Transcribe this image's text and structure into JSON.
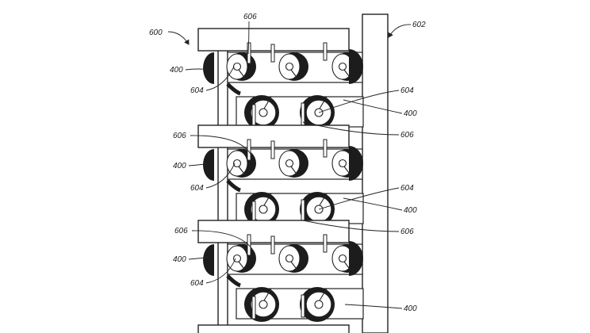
{
  "figure": {
    "ref_assembly": "600",
    "ref_frame": "602",
    "callouts": [
      {
        "id": "600",
        "text": "600"
      },
      {
        "id": "602",
        "text": "602"
      },
      {
        "id": "606a",
        "text": "606"
      },
      {
        "id": "400a",
        "text": "400"
      },
      {
        "id": "604a",
        "text": "604"
      },
      {
        "id": "604b",
        "text": "604"
      },
      {
        "id": "400b",
        "text": "400"
      },
      {
        "id": "606b",
        "text": "606"
      },
      {
        "id": "606c",
        "text": "606"
      },
      {
        "id": "400c",
        "text": "400"
      },
      {
        "id": "604c",
        "text": "604"
      },
      {
        "id": "604d",
        "text": "604"
      },
      {
        "id": "400d",
        "text": "400"
      },
      {
        "id": "606d",
        "text": "606"
      },
      {
        "id": "606e",
        "text": "606"
      },
      {
        "id": "400e",
        "text": "400"
      },
      {
        "id": "604e",
        "text": "604"
      },
      {
        "id": "400f",
        "text": "400"
      }
    ]
  },
  "colors": {
    "ink": "#222222",
    "paper": "#ffffff",
    "coil": "#1c1c1c"
  }
}
